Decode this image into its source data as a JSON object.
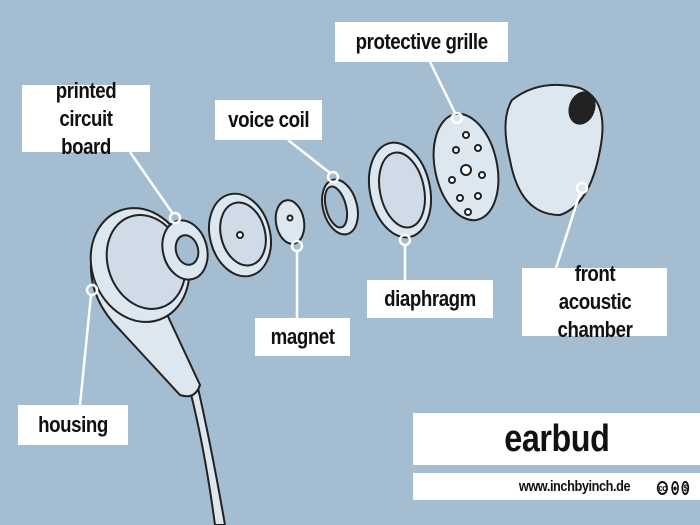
{
  "labels": {
    "pcb": "printed circuit board",
    "voice_coil": "voice coil",
    "grille": "protective grille",
    "magnet": "magnet",
    "diaphragm": "diaphragm",
    "chamber": "front acoustic chamber",
    "housing": "housing"
  },
  "title": "earbud",
  "url": "www.inchbyinch.de",
  "license_icons": [
    "cc-icon",
    "by-icon",
    "nc-icon"
  ],
  "colors": {
    "background": "#a4bdd0",
    "part": "#dce6ef",
    "line": "#222222"
  }
}
